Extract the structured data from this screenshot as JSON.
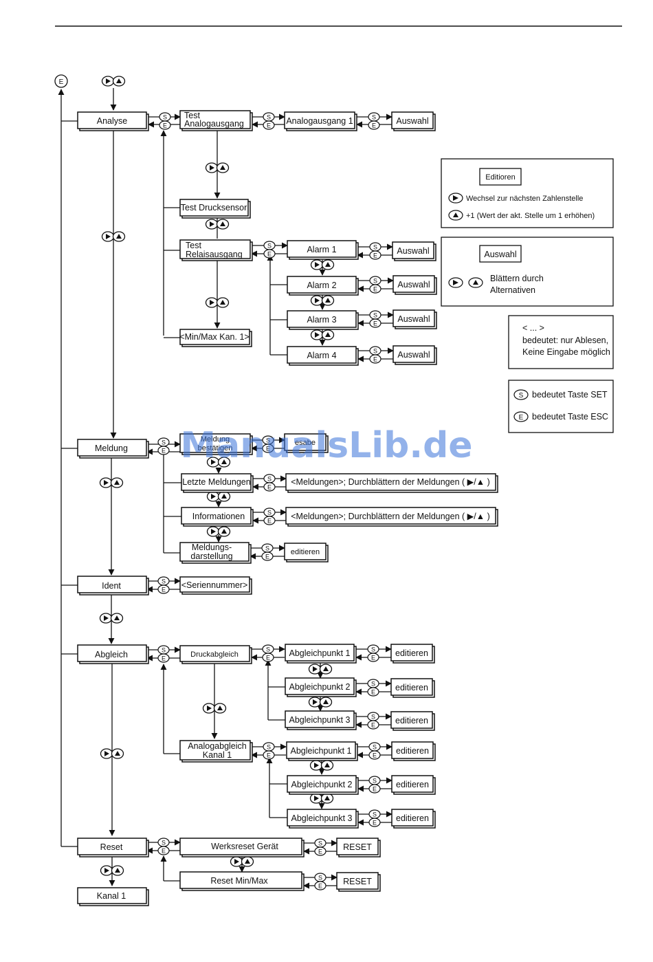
{
  "boxes": {
    "analyse": "Analyse",
    "test_analog_1": "Test",
    "test_analog_2": "Analogausgang",
    "analogausgang1": "Analogausgang 1",
    "auswahl_a": "Auswahl",
    "test_drucksensor": "Test Drucksensor",
    "test_relais_1": "Test",
    "test_relais_2": "Relaisausgang",
    "alarm1": "Alarm 1",
    "alarm2": "Alarm 2",
    "alarm3": "Alarm 3",
    "alarm4": "Alarm 4",
    "auswahl_1": "Auswahl",
    "auswahl_2": "Auswahl",
    "auswahl_3": "Auswahl",
    "auswahl_4": "Auswahl",
    "minmax": "<Min/Max Kan. 1>",
    "meldung": "Meldung",
    "meldung_best_1": "Meldung",
    "meldung_best_2": "bestätigen",
    "esabe": "esabe",
    "letzte": "Letzte Meldungen",
    "meldungen_list_1": "<Meldungen>; Durchblättern der Meldungen ( ▶/▲ )",
    "informationen": "Informationen",
    "meldungen_list_2": "<Meldungen>; Durchblättern der Meldungen ( ▶/▲ )",
    "meld_dar_1": "Meldungs-",
    "meld_dar_2": "darstellung",
    "editieren_m": "editieren",
    "ident": "Ident",
    "seriennummer": "<Seriennummer>",
    "abgleich": "Abgleich",
    "druckabgleich": "Druckabgleich",
    "ap1a": "Abgleichpunkt 1",
    "ap2a": "Abgleichpunkt 2",
    "ap3a": "Abgleichpunkt 3",
    "ed_1": "editieren",
    "ed_2": "editieren",
    "ed_3": "editieren",
    "analogabgleich_1": "Analogabgleich",
    "analogabgleich_2": "Kanal 1",
    "ap1b": "Abgleichpunkt 1",
    "ap2b": "Abgleichpunkt 2",
    "ap3b": "Abgleichpunkt 3",
    "ed_4": "editieren",
    "ed_5": "editieren",
    "ed_6": "editieren",
    "reset": "Reset",
    "werksreset": "Werksreset Gerät",
    "reset_1": "RESET",
    "reset_minmax": "Reset Min/Max",
    "reset_2": "RESET",
    "kanal1": "Kanal 1"
  },
  "legend": {
    "editieren_box": "Editioren",
    "next_digit": "Wechsel zur nächsten Zahlenstelle",
    "plus_one": "+1 (Wert der akt. Stelle um 1 erhöhen)",
    "auswahl_box": "Auswahl",
    "browse_1": "Blättern durch",
    "browse_2": "Alternativen",
    "readonly_1": "< ... >",
    "readonly_2": "bedeutet: nur Ablesen,",
    "readonly_3": "Keine Eingabe möglich",
    "s_meaning": "bedeutet Taste SET",
    "e_meaning": "bedeutet Taste ESC"
  },
  "keys": {
    "s": "S",
    "e": "E"
  },
  "watermark": "ManualsLib.de"
}
